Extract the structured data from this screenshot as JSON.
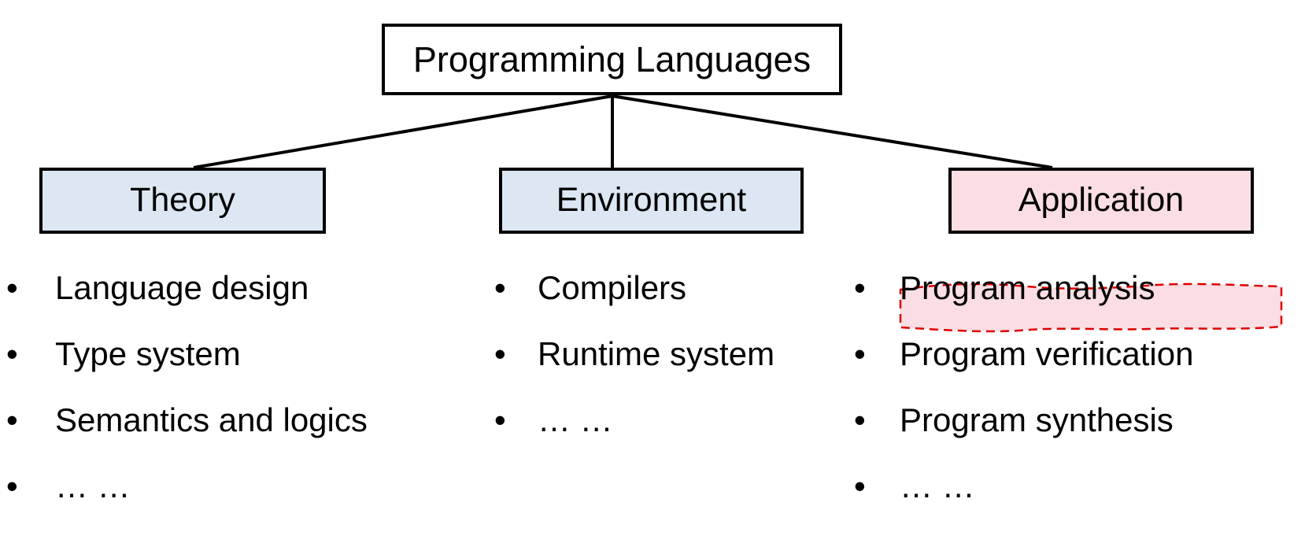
{
  "diagram": {
    "title": "Programming Languages",
    "root": {
      "label": "Programming Languages",
      "fill": "#ffffff",
      "stroke": "#000000"
    },
    "branches": [
      {
        "label": "Theory",
        "fill": "#dce7f3",
        "stroke": "#000000",
        "bullet_glyph": "•",
        "items": [
          "Language design",
          "Type system",
          "Semantics and logics",
          "… …"
        ]
      },
      {
        "label": "Environment",
        "fill": "#dce7f3",
        "stroke": "#000000",
        "bullet_glyph": "•",
        "items": [
          "Compilers",
          "Runtime system",
          "… …"
        ]
      },
      {
        "label": "Application",
        "fill": "#fadee3",
        "stroke": "#000000",
        "bullet_glyph": "•",
        "items": [
          "Program analysis",
          "Program verification",
          "Program synthesis",
          "… …"
        ]
      }
    ],
    "highlight": {
      "target_text": "Program analysis",
      "outline_color": "#dd0000",
      "fill_color": "#fadee3",
      "style": "wavy-dashed"
    },
    "colors": {
      "blue_fill": "#dce7f3",
      "pink_fill": "#fadee3",
      "line": "#000000",
      "highlight_red": "#dd0000",
      "background": "#ffffff"
    }
  }
}
